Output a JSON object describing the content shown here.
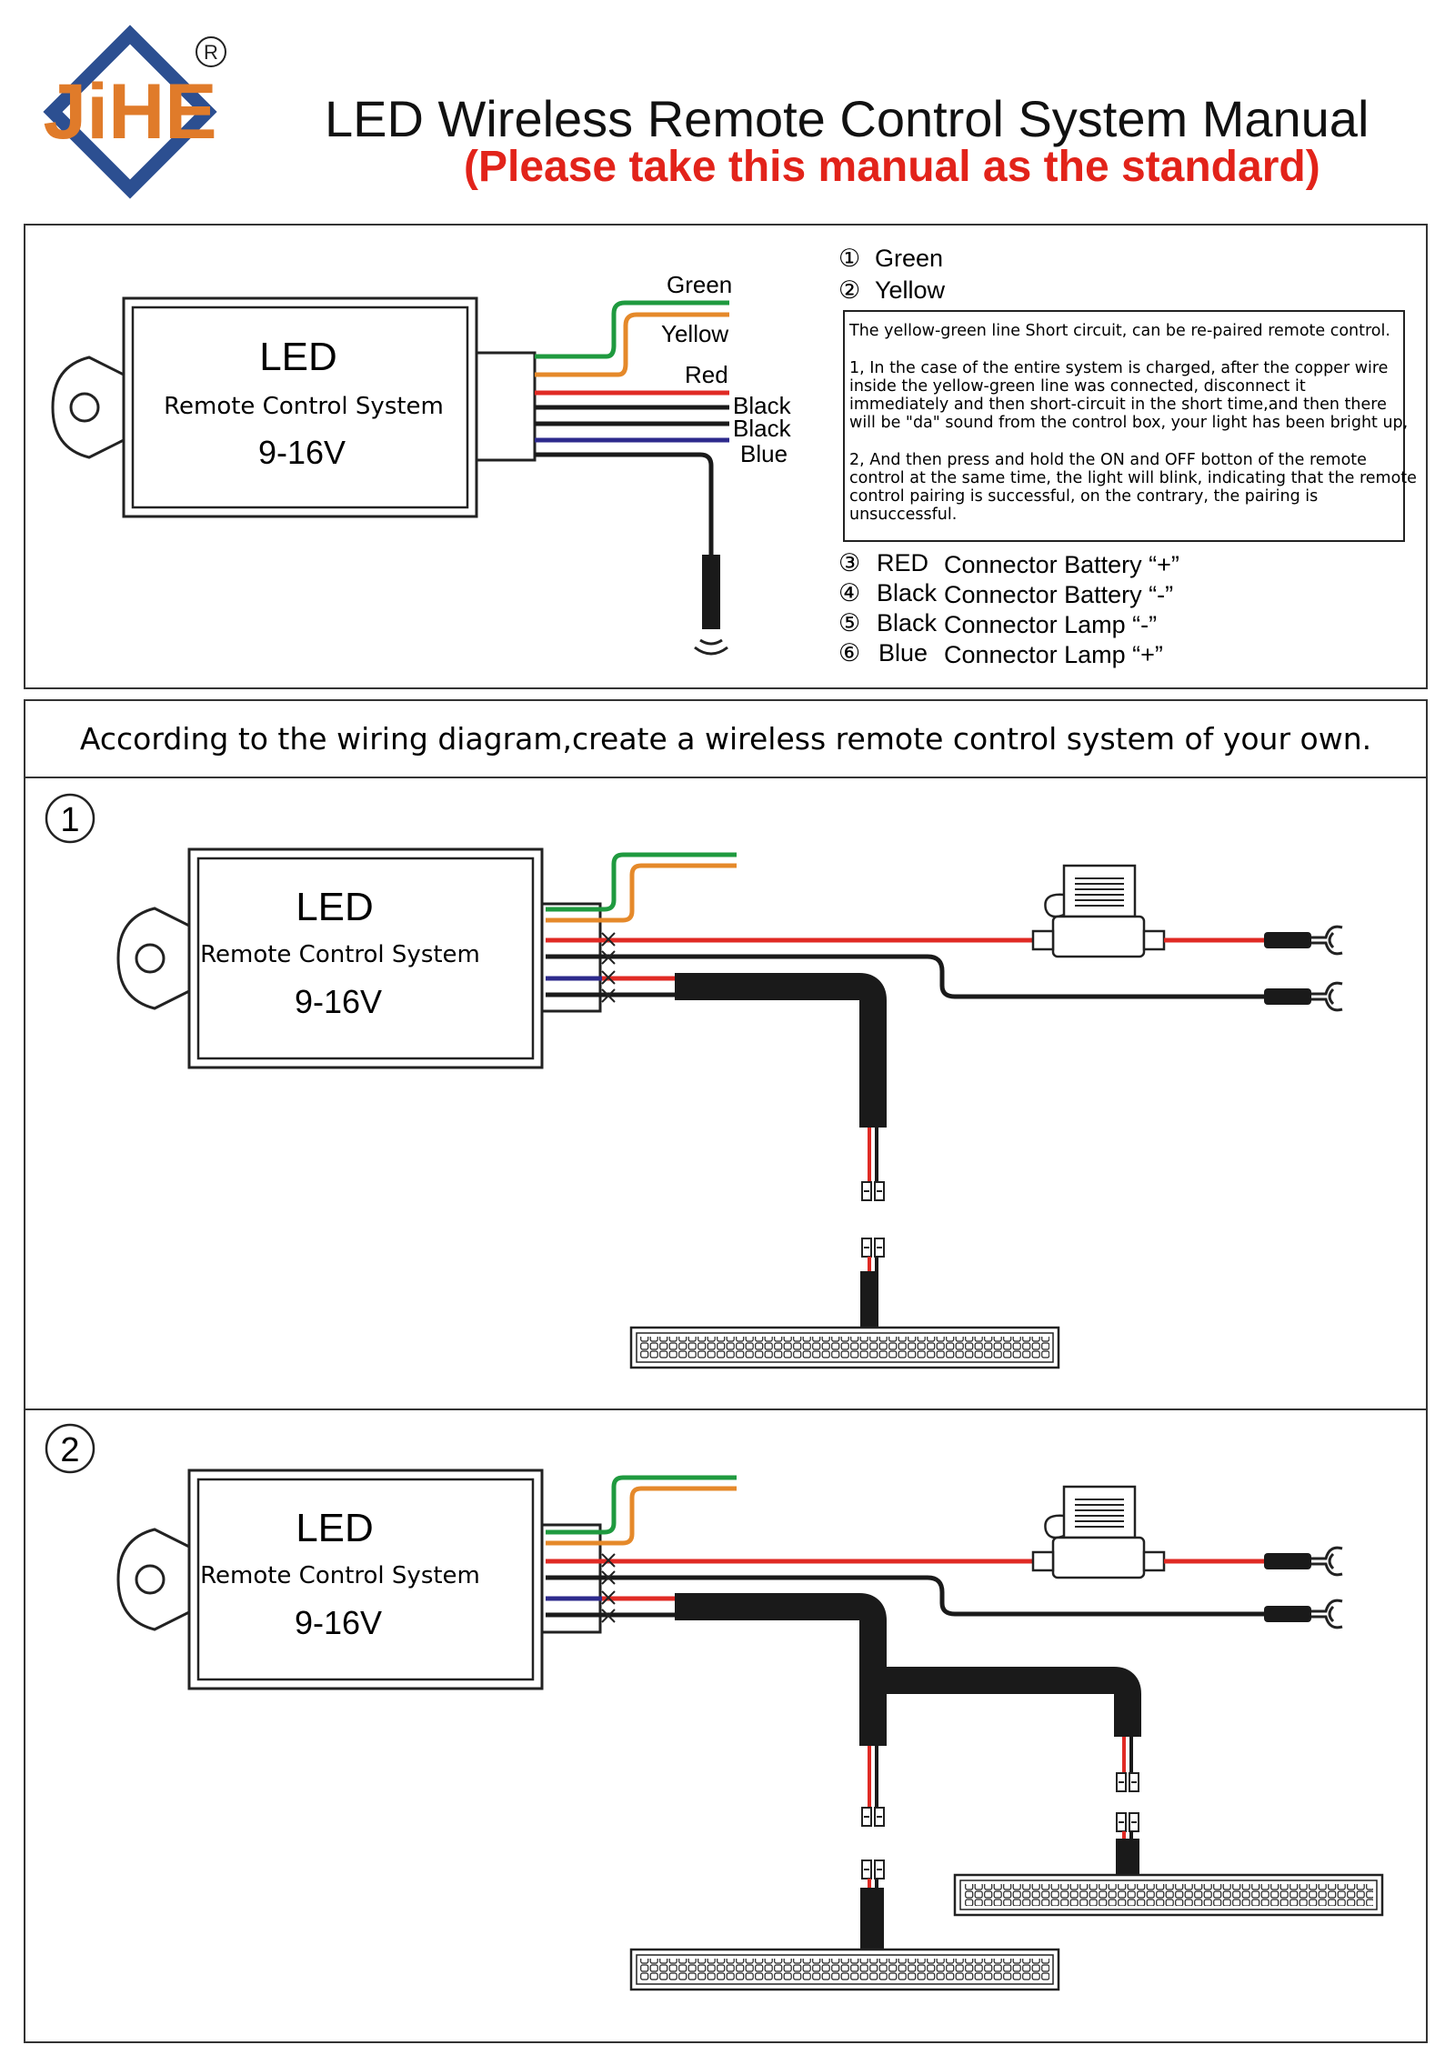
{
  "brand": {
    "logo_text": "JiHE",
    "registered_mark": "R"
  },
  "header": {
    "title": "LED Wireless Remote Control System Manual",
    "subtitle": "(Please take this manual as the standard)"
  },
  "module": {
    "title": "LED",
    "subtitle": "Remote Control System",
    "voltage": "9-16V"
  },
  "wire_labels": {
    "green": "Green",
    "yellow": "Yellow",
    "red": "Red",
    "black1": "Black",
    "black2": "Black",
    "blue": "Blue"
  },
  "legend_top": [
    {
      "num": "①",
      "text": "Green"
    },
    {
      "num": "②",
      "text": "Yellow"
    }
  ],
  "note": {
    "line1": "The yellow-green line Short circuit, can be re-paired remote control.",
    "p1": [
      "1, In the case of the entire system is charged, after the copper wire",
      "inside the yellow-green line was connected, disconnect it",
      "immediately and then short-circuit in the short time,and then there",
      "will be \"da\" sound from the control box, your light has been bright up,"
    ],
    "p2": [
      "2, And then press and hold the ON and OFF botton of the remote",
      "control at the same time, the light will blink, indicating that the remote",
      "control  pairing  is  successful,  on  the  contrary,  the  pairing  is",
      "unsuccessful."
    ]
  },
  "legend_bottom": [
    {
      "num": "③",
      "color": "RED",
      "text": "Connector Battery “+”"
    },
    {
      "num": "④",
      "color": "Black",
      "text": "Connector Battery “-”"
    },
    {
      "num": "⑤",
      "color": "Black",
      "text": "Connector Lamp “-”"
    },
    {
      "num": "⑥",
      "color": "Blue",
      "text": "Connector Lamp “+”"
    }
  ],
  "instructions": "According to the wiring diagram,create a wireless remote control system of your own.",
  "diagrams": [
    {
      "num": "1"
    },
    {
      "num": "2"
    }
  ],
  "colors": {
    "green": "#1f9a3f",
    "yellow": "#e5892a",
    "red": "#e02a24",
    "black": "#1a1a1a",
    "blue": "#2d2a8c",
    "logo_blue": "#2c4f91",
    "logo_orange": "#e07b2a",
    "subtitle_red": "#e2231a"
  }
}
